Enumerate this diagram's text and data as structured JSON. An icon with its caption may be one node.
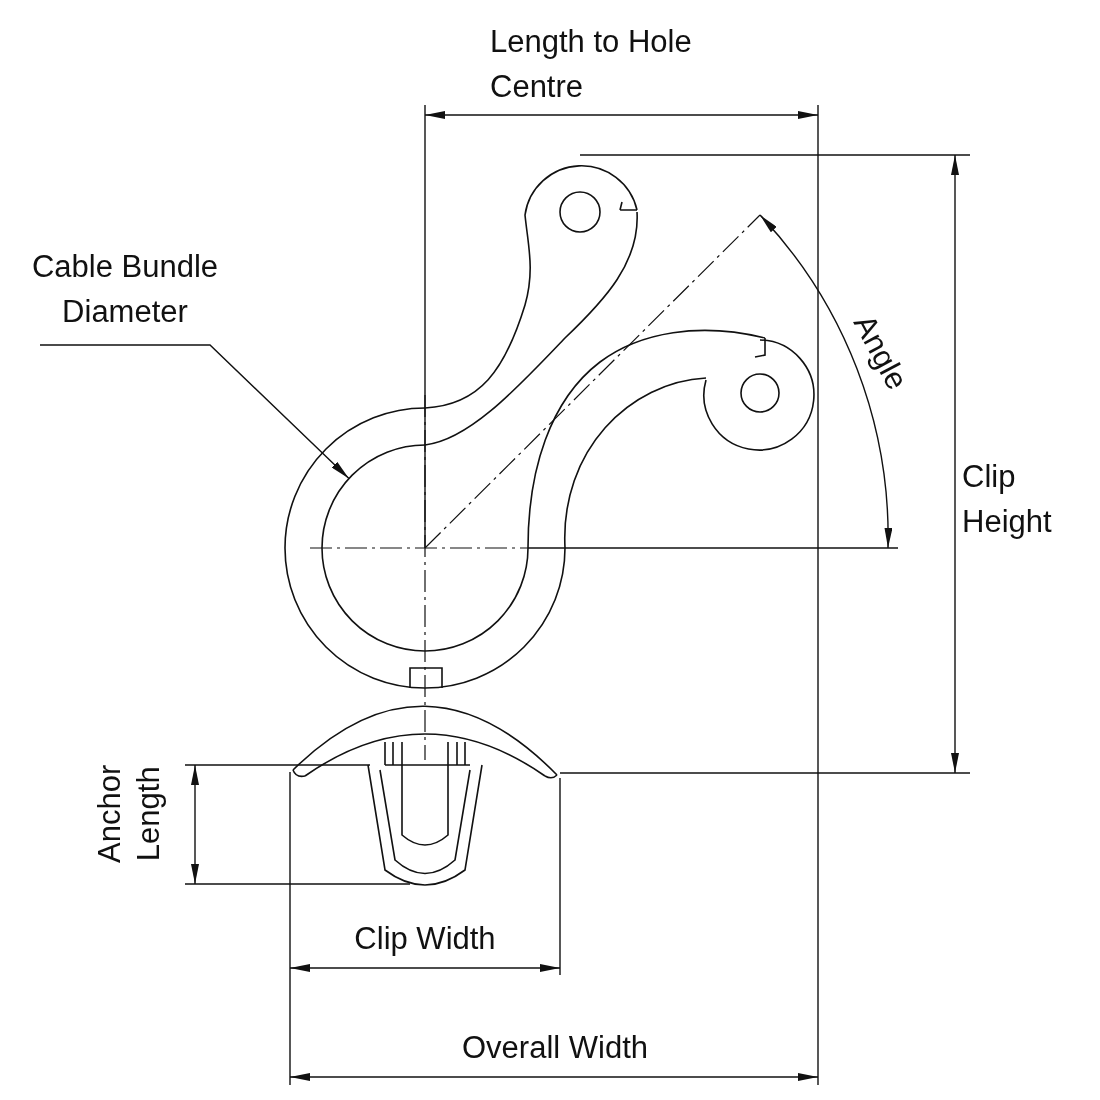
{
  "diagram": {
    "nodes": [
      {
        "text": [
          "Cable Bundle Diameter"
        ]
      },
      {
        "text": [],
        "shape": "circle"
      }
    ],
    "edges": [
      {
        "from": 0,
        "to": 1,
        "arrow": "to"
      }
    ],
    "labels": [
      "Length to Hole Centre",
      "Angle",
      "Clip Height",
      "Anchor Length",
      "Clip Width",
      "Overall Width"
    ]
  }
}
